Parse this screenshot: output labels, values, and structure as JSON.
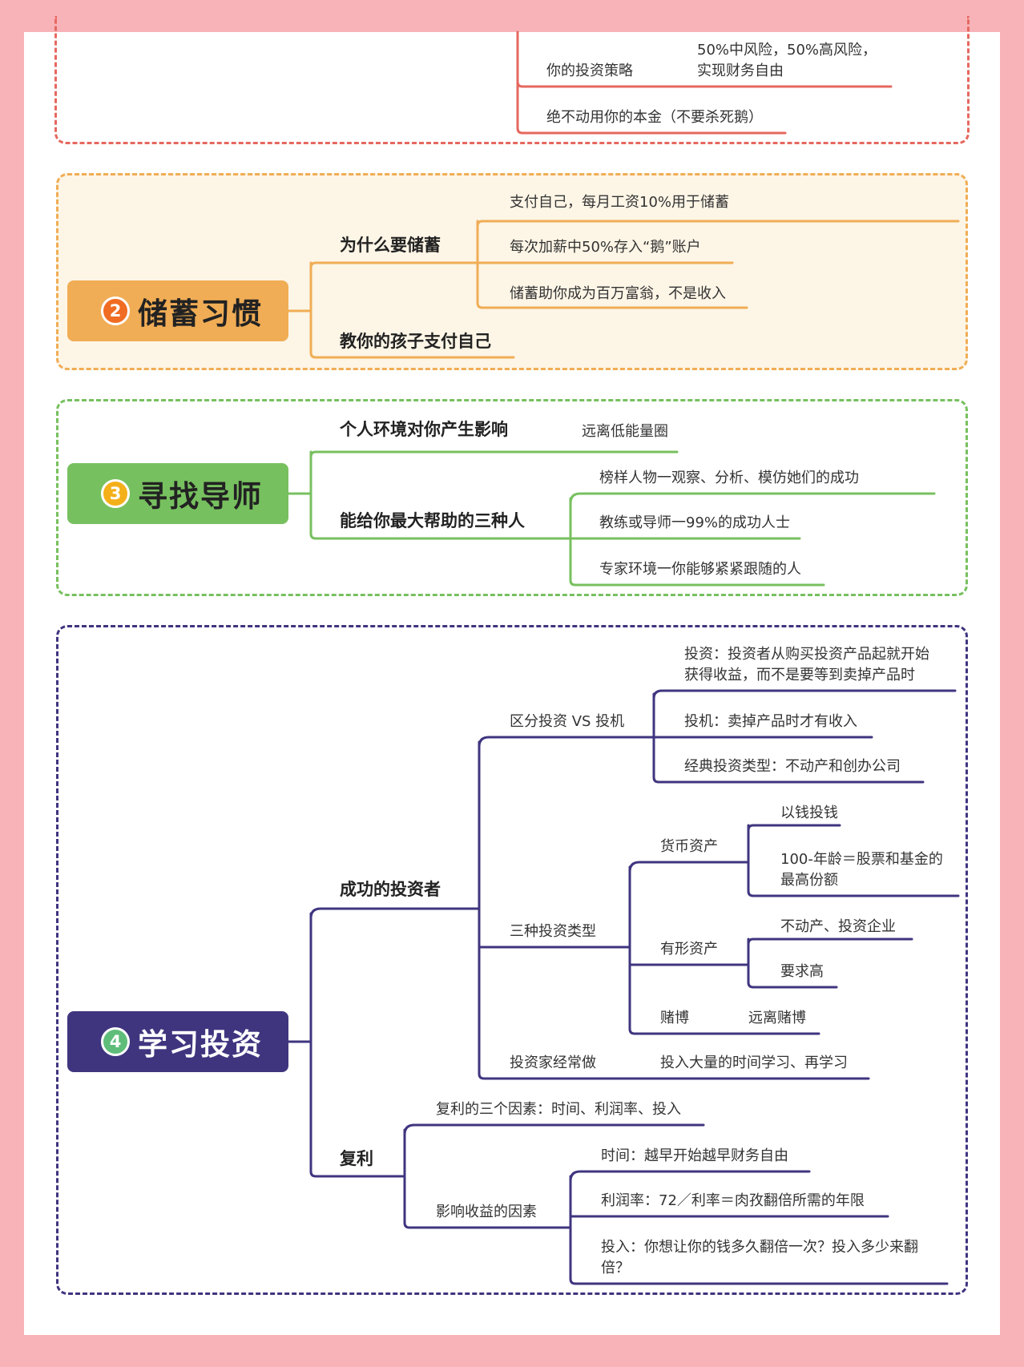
{
  "colors": {
    "page_bg": "#f8b3b8",
    "paper": "#ffffff",
    "s1": "#e5685f",
    "s2": "#f0ad55",
    "s2_fill": "#fdf5e6",
    "s3": "#77c05f",
    "s4": "#3f357f",
    "badge2": "#f06c22",
    "badge3": "#f4b01a",
    "badge4": "#5fbd7a"
  },
  "section1": {
    "strategy_label": "你的投资策略",
    "strategy_detail_line1": "50%中风险，50%高风险，",
    "strategy_detail_line2": "实现财务自由",
    "principal_rule": "绝不动用你的本金（不要杀死鹅）"
  },
  "section2": {
    "badge": "2",
    "title": "储蓄习惯",
    "why_save": "为什么要储蓄",
    "pay_yourself": "支付自己，每月工资10%用于储蓄",
    "raise_50": "每次加薪中50%存入“鹅”账户",
    "millionaire": "储蓄助你成为百万富翁，不是收入",
    "teach_children": "教你的孩子支付自己"
  },
  "section3": {
    "badge": "3",
    "title": "寻找导师",
    "environment": "个人环境对你产生影响",
    "avoid_low": "远离低能量圈",
    "three_people": "能给你最大帮助的三种人",
    "role_models": "榜样人物一观察、分析、模仿她们的成功",
    "coach": "教练或导师一99%的成功人士",
    "expert_env": "专家环境一你能够紧紧跟随的人"
  },
  "section4": {
    "badge": "4",
    "title": "学习投资",
    "successful_investor": "成功的投资者",
    "distinguish": "区分投资 VS 投机",
    "investment_def_line1": "投资：投资者从购买投资产品起就开始",
    "investment_def_line2": "获得收益，而不是要等到卖掉产品时",
    "speculation_def": "投机：卖掉产品时才有收入",
    "classic_types": "经典投资类型：不动产和创办公司",
    "three_types": "三种投资类型",
    "monetary": "货币资产",
    "money_makes_money": "以钱投钱",
    "age_rule_line1": "100-年龄＝股票和基金的",
    "age_rule_line2": "最高份额",
    "tangible": "有形资产",
    "real_estate": "不动产、投资企业",
    "high_req": "要求高",
    "gambling": "赌博",
    "avoid_gambling": "远离赌博",
    "investors_do": "投资家经常做",
    "learn_more": "投入大量的时间学习、再学习",
    "compound": "复利",
    "three_factors": "复利的三个因素：时间、利润率、投入",
    "factors_affecting": "影响收益的因素",
    "time": "时间：越早开始越早财务自由",
    "rate": "利润率：72／利率＝肉孜翻倍所需的年限",
    "input_line1": "投入：你想让你的钱多久翻倍一次？投入多少来翻",
    "input_line2": "倍？"
  }
}
